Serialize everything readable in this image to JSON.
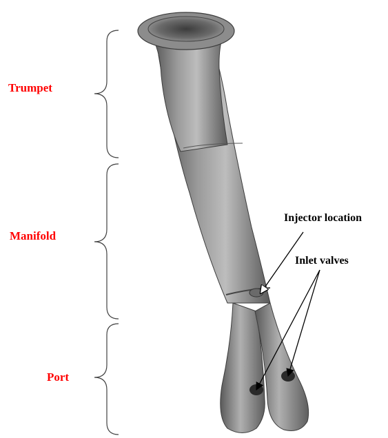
{
  "sections": [
    {
      "label": "Trumpet"
    },
    {
      "label": "Manifold"
    },
    {
      "label": "Port"
    }
  ],
  "callouts": {
    "injector": "Injector location",
    "inlet_valves": "Inlet valves"
  },
  "colors": {
    "section_label": "#ff0000",
    "callout_label": "#000000",
    "brace": "#404040",
    "part_dark": "#505050",
    "part_mid": "#8a8a8a",
    "part_light": "#c8c8c8",
    "arrow": "#000000",
    "injector_arrow_fill": "#ffffff"
  }
}
